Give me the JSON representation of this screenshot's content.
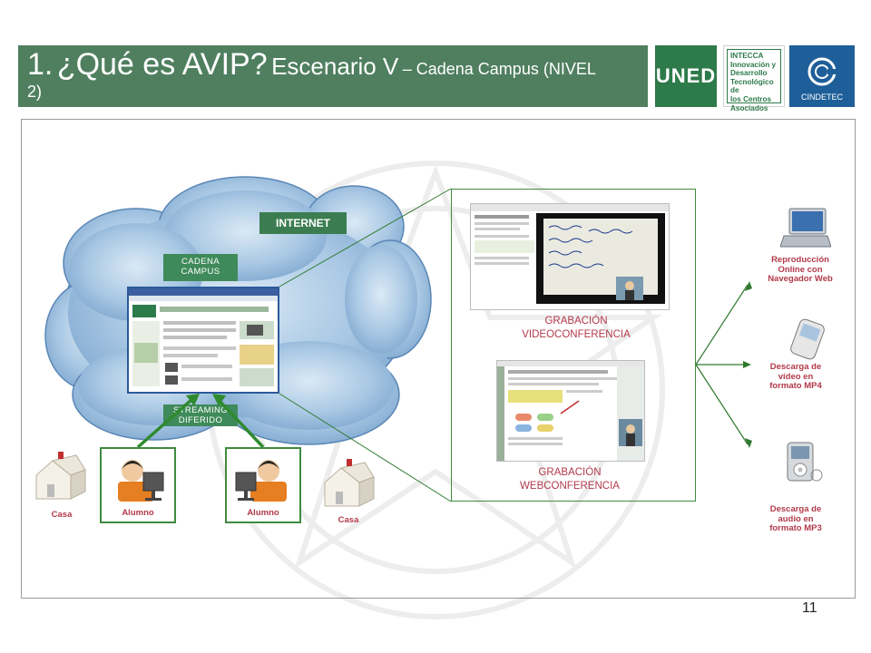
{
  "title": {
    "number": "1.",
    "main": "¿Qué es AVIP?",
    "scenario": "Escenario V",
    "suffix_line1": "– Cadena Campus (NIVEL",
    "suffix_line2": "2)"
  },
  "logos": {
    "uned": "UNED",
    "intecca_lines": [
      "INTECCA",
      "Innovación y",
      "Desarrollo",
      "Tecnológico de",
      "los Centros",
      "Asociados"
    ],
    "cindetec": "CINDETEC"
  },
  "diagram": {
    "internet": "INTERNET",
    "cadena_campus": [
      "CADENA",
      "CAMPUS"
    ],
    "streaming": [
      "STREAMING",
      "DIFERIDO"
    ],
    "houses": [
      "Casa",
      "Casa"
    ],
    "students": [
      "Alumno",
      "Alumno"
    ],
    "recording_video": [
      "GRABACIÓN",
      "VIDEOCONFERENCIA"
    ],
    "recording_web": [
      "GRABACIÓN",
      "WEBCONFERENCIA"
    ],
    "outputs": [
      {
        "lines": [
          "Reproducción",
          "Online con",
          "Navegador Web"
        ],
        "icon": "laptop-icon"
      },
      {
        "lines": [
          "Descarga de",
          "vídeo en",
          "formato MP4"
        ],
        "icon": "mobile-phone-icon"
      },
      {
        "lines": [
          "Descarga de",
          "audio en",
          "formato MP3"
        ],
        "icon": "mp3-player-icon"
      }
    ]
  },
  "colors": {
    "title_bar": "#4f7f5f",
    "accent_green": "#3f8a5a",
    "label_red": "#b23a4a"
  },
  "page_number": "11"
}
